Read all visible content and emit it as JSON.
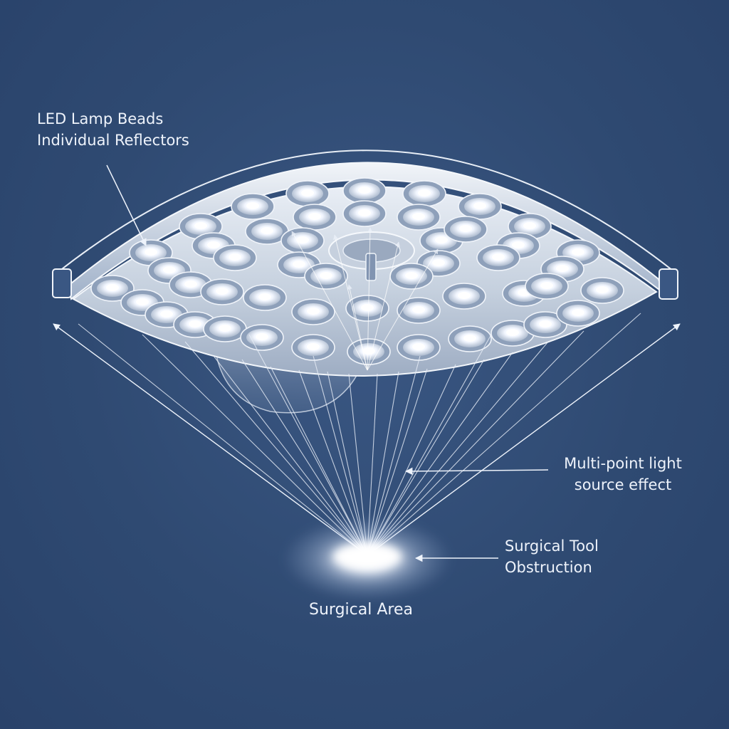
{
  "labels": {
    "led_line1": "LED Lamp Beads",
    "led_line2": "Individual Reflectors",
    "multi_line1": "Multi-point light",
    "multi_line2": "source effect",
    "tool_line1": "Surgical Tool",
    "tool_line2": "Obstruction",
    "area": "Surgical Area"
  },
  "colors": {
    "background": "#2f4a72",
    "lamp_face": "#c9d3e1",
    "lamp_rim": "#dfe6ef",
    "bead_glow": "#ffffff",
    "ray": "#e8eef8"
  },
  "icons": {
    "lamp": "surgical-lamp-icon",
    "bead": "led-bead-icon",
    "focus": "light-focus-spot-icon"
  }
}
